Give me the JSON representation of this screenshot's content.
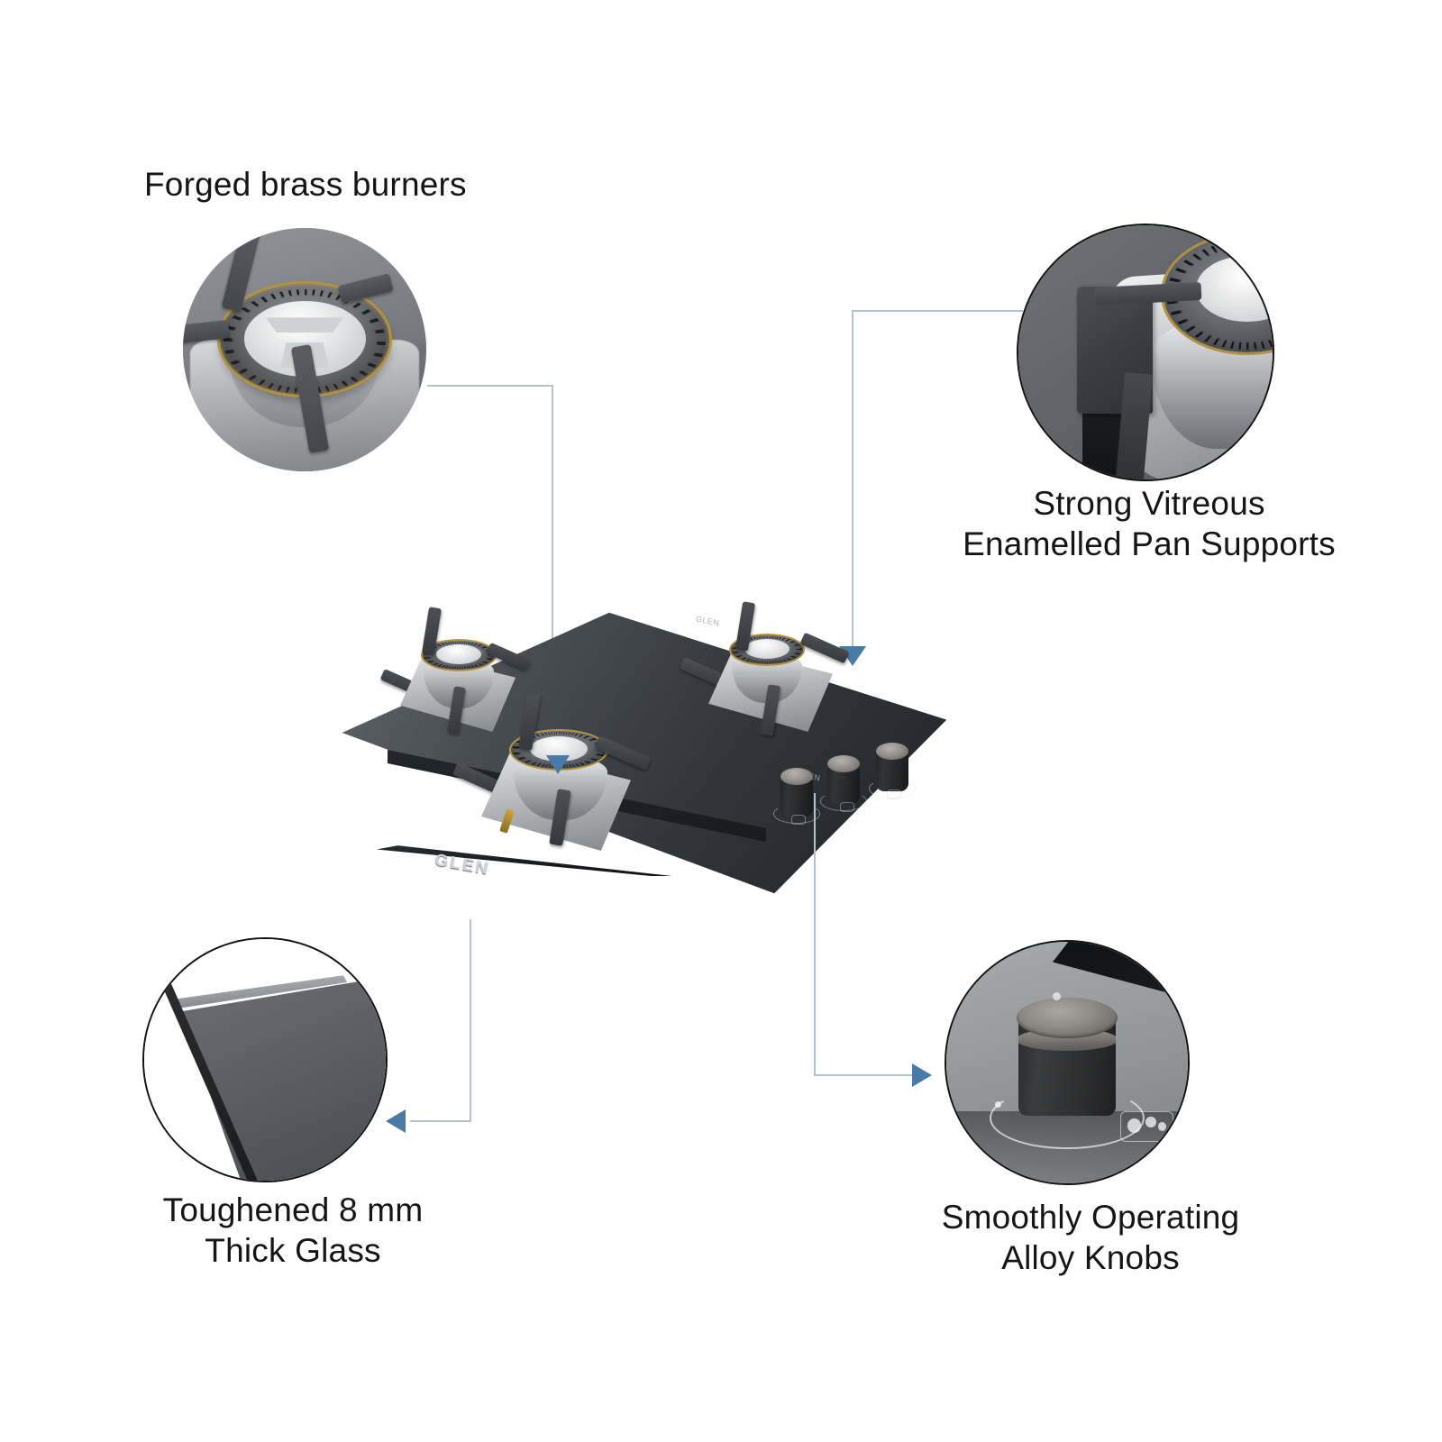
{
  "page": {
    "type": "product-feature-infographic",
    "background_color": "#ffffff",
    "accent_color": "#4a7ba8",
    "connector_color": "#b4c2cd",
    "circle_border_color": "#111111"
  },
  "product": {
    "brand": "GLEN",
    "category": "built-in glass gas hob",
    "burner_count": 3,
    "knob_count": 3,
    "glass_color": "#2c3034",
    "rear_logo": "GLEN",
    "side_logo": "GLEN"
  },
  "features": [
    {
      "id": "forged-brass-burners",
      "label": "Forged brass burners",
      "position": "top-left",
      "callout": "burner-macro",
      "arrow_direction": "down"
    },
    {
      "id": "pan-supports",
      "label": "Strong Vitreous\nEnamelled Pan Supports",
      "position": "top-right",
      "callout": "pan-support-macro",
      "arrow_direction": "down"
    },
    {
      "id": "toughened-glass",
      "label": "Toughened 8 mm\nThick Glass",
      "position": "bottom-left",
      "callout": "glass-edge-macro",
      "arrow_direction": "left"
    },
    {
      "id": "alloy-knobs",
      "label": "Smoothly Operating\nAlloy Knobs",
      "position": "bottom-right",
      "callout": "knob-macro",
      "arrow_direction": "right"
    }
  ]
}
